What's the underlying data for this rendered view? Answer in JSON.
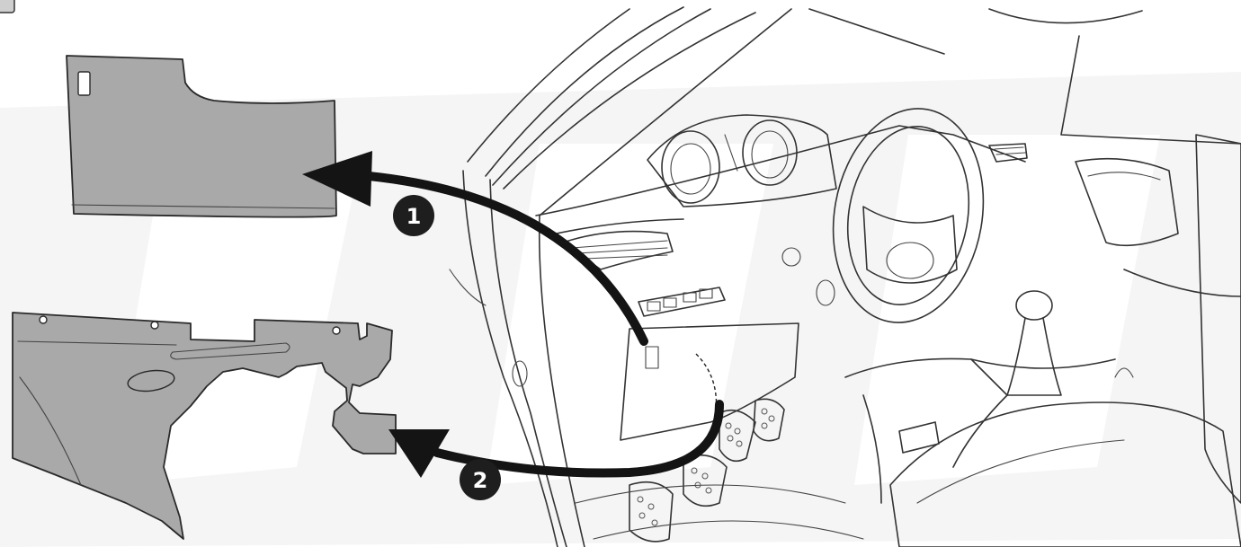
{
  "diagram": {
    "steps": [
      {
        "label": "1",
        "part": "upper-lower-dash-cover"
      },
      {
        "label": "2",
        "part": "lower-insulation-panel"
      }
    ],
    "colors": {
      "panel_fill": "#a9a9a9",
      "outline": "#2a2a2a",
      "arrow": "#141414",
      "watermark": "#f2f2f2",
      "badge": "#1e1e1e"
    },
    "icons": [
      "removal-arrow",
      "step-badge"
    ]
  }
}
